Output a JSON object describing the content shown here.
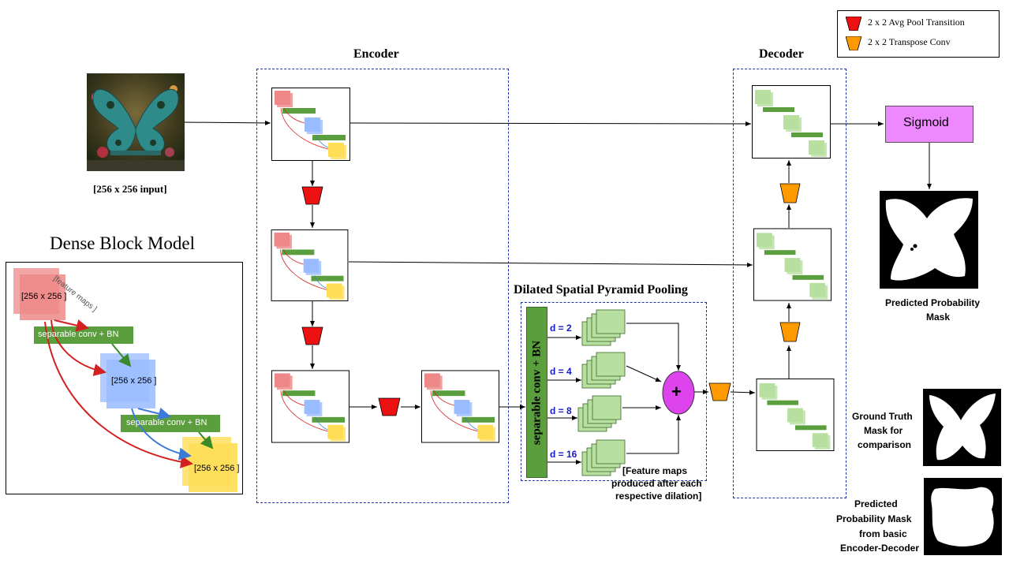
{
  "legend": {
    "avg_pool": "2 x 2 Avg Pool Transition",
    "transpose_conv": "2 x 2 Transpose Conv",
    "avg_pool_color": "#ee1111",
    "transpose_color": "#ff9900"
  },
  "encoder": {
    "title": "Encoder"
  },
  "decoder": {
    "title": "Decoder"
  },
  "input": {
    "caption": "[256 x 256 input]"
  },
  "dense_block": {
    "title": "Dense Block Model",
    "feature_maps_tag": "[feature maps ]",
    "map_label_1": "[256 x 256 ]",
    "map_label_2": "[256 x 256 ]",
    "map_label_3": "[256 x 256 ]",
    "conv_label_1": "separable conv + BN",
    "conv_label_2": "separable conv + BN"
  },
  "dspp": {
    "title": "Dilated Spatial Pyramid Pooling",
    "conv_label": "separable conv + BN",
    "dilations": [
      "d = 2",
      "d = 4",
      "d = 8",
      "d = 16"
    ],
    "plus": "+",
    "note_line1": "[Feature maps",
    "note_line2": "produced after each",
    "note_line3": "respective dilation]"
  },
  "sigmoid": {
    "label": "Sigmoid",
    "color": "#ee88ff"
  },
  "predicted": {
    "line1": "Predicted Probability",
    "line2": "Mask"
  },
  "ground_truth": {
    "line1": "Ground Truth",
    "line2": "Mask for",
    "line3": "comparison"
  },
  "basic": {
    "line1": "Predicted",
    "line2": "Probability Mask",
    "line3": "from basic",
    "line4": "Encoder-Decoder"
  },
  "colors": {
    "red_map": "#ee8888",
    "blue_map": "#99bbff",
    "yellow_map": "#ffdd55",
    "green_conv": "#5a9e3e",
    "light_green": "#b7dfa0",
    "dashed_border": "#2233aa",
    "plus_fill": "#dd44ee"
  }
}
